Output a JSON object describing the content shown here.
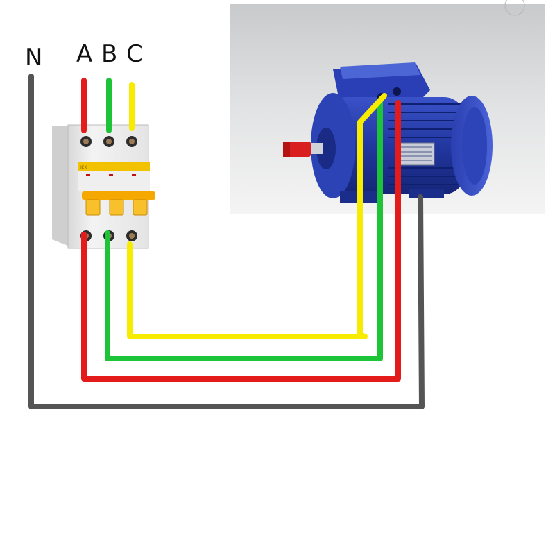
{
  "labels": {
    "n": "N",
    "a": "A",
    "b": "B",
    "c": "C"
  },
  "breaker": {
    "brand": "IEK",
    "poles": 3
  },
  "motor": {
    "shaft_color": "#d81e1e",
    "body_color": "#2a3fa8"
  },
  "wires": [
    {
      "phase": "A",
      "color": "#e41b1b"
    },
    {
      "phase": "B",
      "color": "#1ec437"
    },
    {
      "phase": "C",
      "color": "#f7ec00"
    },
    {
      "phase": "N",
      "color": "#555555"
    }
  ]
}
